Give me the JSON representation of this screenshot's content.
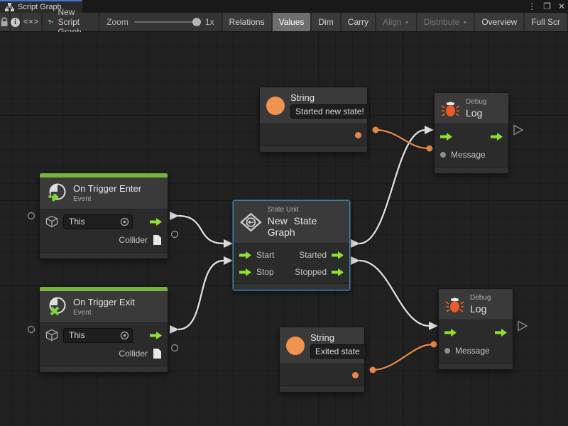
{
  "window": {
    "tab": {
      "label": "Script Graph",
      "icon": "graph-hierarchy-icon"
    },
    "controls": {
      "menu": "⋮",
      "maximize": "❐",
      "close": "✕"
    }
  },
  "toolbar": {
    "lock_icon": "lock-icon",
    "info_icon": "i",
    "code_toggle": "<×>",
    "graph_icon": "script-graph-icon",
    "graph_name": "New Script Graph",
    "zoom": {
      "label": "Zoom",
      "value": "1x"
    },
    "dropdown_arrow": "▼",
    "buttons": [
      {
        "label": "Relations",
        "active": false
      },
      {
        "label": "Values",
        "active": true
      },
      {
        "label": "Dim",
        "active": false
      },
      {
        "label": "Carry",
        "active": false
      },
      {
        "label": "Align",
        "disabled": true,
        "dropdown": true
      },
      {
        "label": "Distribute",
        "disabled": true,
        "dropdown": true
      },
      {
        "label": "Overview",
        "active": false
      },
      {
        "label": "Full Scr",
        "active": false
      }
    ]
  },
  "nodes": {
    "string_top": {
      "title": "String",
      "value": "Started new state!",
      "icon": "string-literal-circle"
    },
    "debug_top": {
      "category": "Debug",
      "title": "Log",
      "message_label": "Message",
      "icon": "bug-icon"
    },
    "trigger_enter": {
      "title": "On Trigger Enter",
      "subtitle": "Event",
      "target": "This",
      "output": "Collider",
      "icon": "event-plus-icon"
    },
    "state_unit": {
      "category": "State Unit",
      "title": "New State Graph",
      "in1": "Start",
      "in2": "Stop",
      "out1": "Started",
      "out2": "Stopped",
      "icon": "state-machine-icon",
      "selected": true
    },
    "trigger_exit": {
      "title": "On Trigger Exit",
      "subtitle": "Event",
      "target": "This",
      "output": "Collider",
      "icon": "event-x-icon"
    },
    "string_bottom": {
      "title": "String",
      "value": "Exited state",
      "icon": "string-literal-circle"
    },
    "debug_bottom": {
      "category": "Debug",
      "title": "Log",
      "message_label": "Message",
      "icon": "bug-icon"
    }
  },
  "connections": [
    {
      "from": "On Trigger Enter (flow out)",
      "to": "State Unit Start",
      "color": "white"
    },
    {
      "from": "On Trigger Exit (flow out)",
      "to": "State Unit Stop",
      "color": "white"
    },
    {
      "from": "State Unit Started",
      "to": "Debug Log top (flow in)",
      "color": "white"
    },
    {
      "from": "State Unit Stopped",
      "to": "Debug Log bottom (flow in)",
      "color": "white"
    },
    {
      "from": "String 'Started new state!'",
      "to": "Debug Log top Message",
      "color": "orange"
    },
    {
      "from": "String 'Exited state'",
      "to": "Debug Log bottom Message",
      "color": "orange"
    }
  ],
  "colors": {
    "flow_green": "#8fe32f",
    "event_header_green": "#76b33a",
    "value_orange": "#e8874c",
    "bug_orange": "#e85b2b",
    "selection_blue": "#3f82ac",
    "tab_accent_blue": "#3b79cc",
    "wire_white": "#dcdcdc",
    "canvas_bg": "#212121"
  }
}
